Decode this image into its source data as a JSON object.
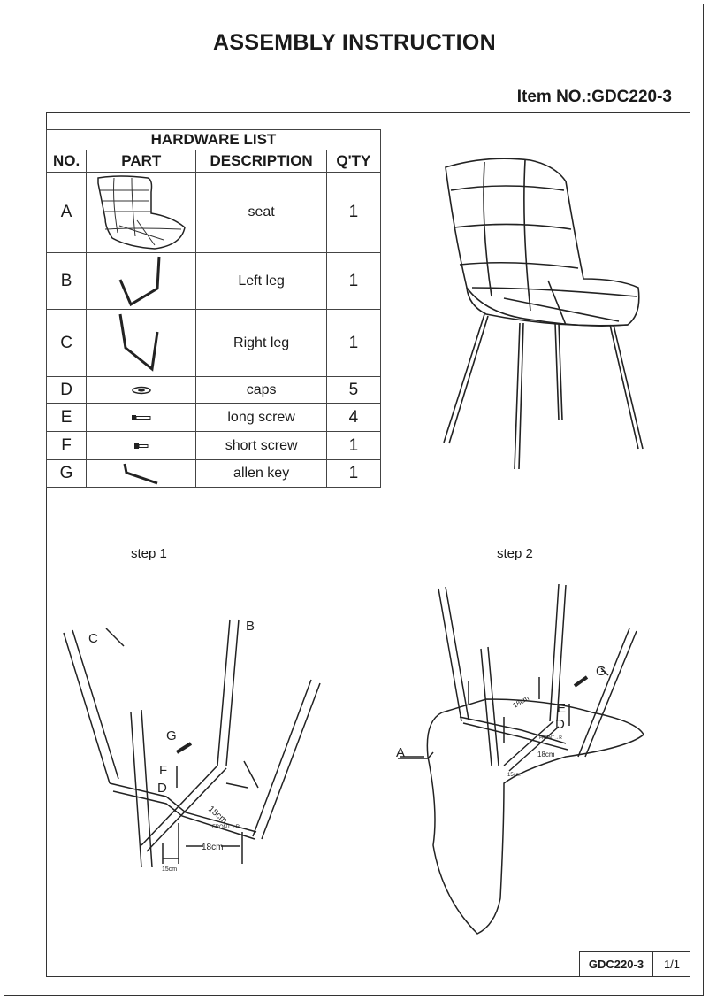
{
  "title": "ASSEMBLY INSTRUCTION",
  "item_no": "Item NO.:GDC220-3",
  "hardware": {
    "title": "HARDWARE LIST",
    "columns": [
      "NO.",
      "PART",
      "DESCRIPTION",
      "Q'TY"
    ],
    "rows": [
      {
        "no": "A",
        "description": "seat",
        "qty": "1",
        "icon": "seat-icon"
      },
      {
        "no": "B",
        "description": "Left leg",
        "qty": "1",
        "icon": "left-leg-icon"
      },
      {
        "no": "C",
        "description": "Right leg",
        "qty": "1",
        "icon": "right-leg-icon"
      },
      {
        "no": "D",
        "description": "caps",
        "qty": "5",
        "icon": "cap-icon"
      },
      {
        "no": "E",
        "description": "long screw",
        "qty": "4",
        "icon": "long-screw-icon"
      },
      {
        "no": "F",
        "description": "short screw",
        "qty": "1",
        "icon": "short-screw-icon"
      },
      {
        "no": "G",
        "description": "allen key",
        "qty": "1",
        "icon": "allen-key-icon"
      }
    ]
  },
  "steps": [
    {
      "label": "step  1",
      "callouts": {
        "b": "B",
        "c": "C",
        "g": "G",
        "f": "F",
        "d": "D"
      },
      "dim1": "18cm",
      "dim2": "18cm",
      "dim3": "15cm",
      "front": "FRONT→R"
    },
    {
      "label": "step  2",
      "callouts": {
        "a": "A",
        "g": "G",
        "e": "E",
        "d": "D"
      },
      "dim1": "18cm",
      "dim2": "18cm",
      "dim3": "15cm",
      "front": "FRONT→R"
    }
  ],
  "footer": {
    "code": "GDC220-3",
    "page": "1/1"
  }
}
